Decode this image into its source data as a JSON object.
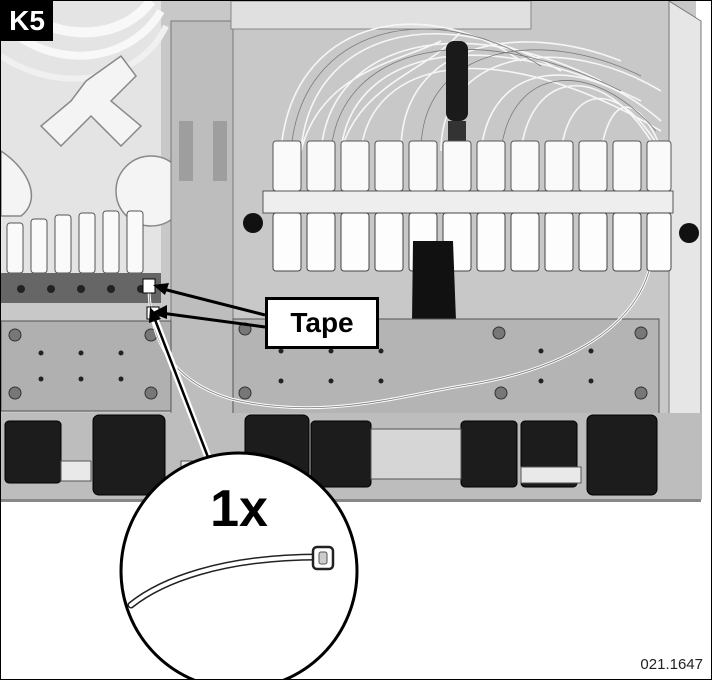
{
  "step": {
    "label": "K5"
  },
  "callout": {
    "label": "Tape"
  },
  "detail": {
    "quantity": "1x",
    "item_icon": "cable-tie-icon"
  },
  "figure": {
    "code": "021.1647"
  },
  "colors": {
    "ink": "#000000",
    "panel": "#cfcfcf",
    "panel_dark": "#9a9a9a",
    "rubber": "#1a1a1a",
    "connector": "#f2f2f2",
    "background": "#ffffff"
  }
}
